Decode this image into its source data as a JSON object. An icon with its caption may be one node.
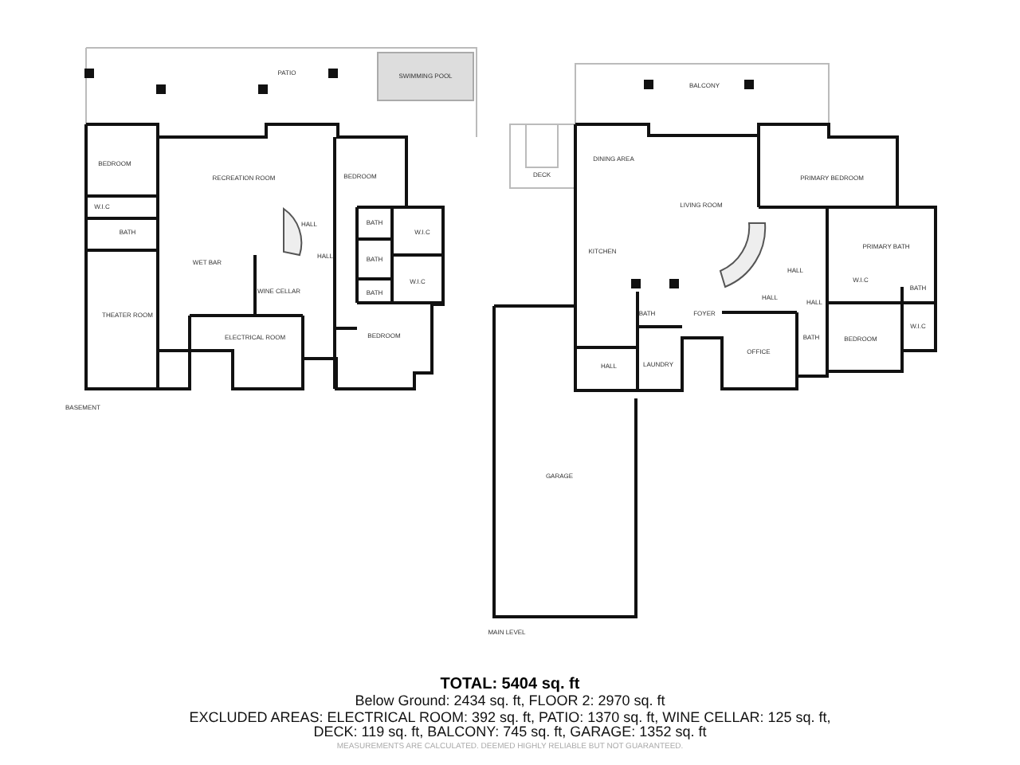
{
  "diagram": {
    "title": "TOTAL: 5404 sq. ft",
    "labels": [
      "PATIO",
      "SWIMMING POOL",
      "BEDROOM",
      "W.I.C",
      "BATH",
      "RECREATION ROOM",
      "WET BAR",
      "HALL",
      "HALL",
      "WINE CELLAR",
      "THEATER ROOM",
      "ELECTRICAL ROOM",
      "BEDROOM",
      "BATH",
      "W.I.C",
      "BATH",
      "W.I.C",
      "BATH",
      "BEDROOM",
      "BASEMENT",
      "BALCONY",
      "DECK",
      "DINING AREA",
      "LIVING ROOM",
      "PRIMARY BEDROOM",
      "KITCHEN",
      "PRIMARY BATH",
      "W.I.C",
      "HALL",
      "HALL",
      "HALL",
      "BATH",
      "W.I.C",
      "BATH",
      "FOYER",
      "OFFICE",
      "BATH",
      "BEDROOM",
      "HALL",
      "LAUNDRY",
      "GARAGE",
      "MAIN LEVEL",
      "Below Ground: 2434 sq. ft, FLOOR 2: 2970 sq. ft",
      "EXCLUDED AREAS: ELECTRICAL ROOM: 392 sq. ft, PATIO: 1370 sq. ft, WINE CELLAR: 125 sq. ft, DECK: 119 sq. ft, BALCONY: 745 sq. ft, GARAGE: 1352 sq. ft",
      "MEASUREMENTS ARE CALCULATED. DEEMED HIGHLY RELIABLE BUT NOT GUARANTEED."
    ]
  }
}
